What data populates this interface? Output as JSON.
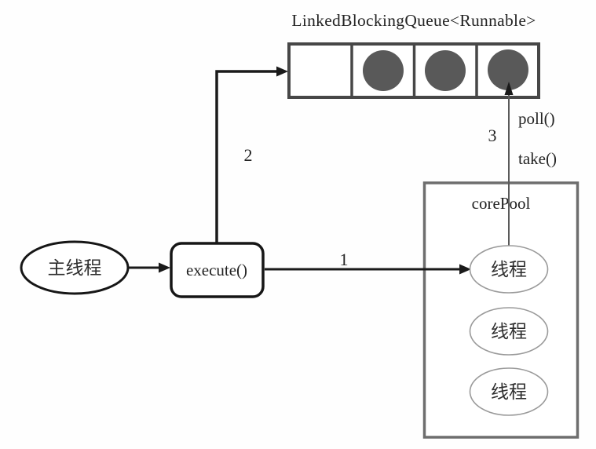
{
  "title": "LinkedBlockingQueue<Runnable>",
  "queue": {
    "cells": [
      {
        "state": "empty",
        "circle_opacity": "0"
      },
      {
        "state": "task",
        "circle_opacity": "1"
      },
      {
        "state": "task",
        "circle_opacity": "1"
      },
      {
        "state": "task",
        "circle_opacity": "1"
      }
    ]
  },
  "nodes": {
    "main_thread": "主线程",
    "execute": "execute()",
    "core_pool": "corePool",
    "threads": [
      "线程",
      "线程",
      "线程"
    ]
  },
  "labels": {
    "step1": "1",
    "step2": "2",
    "step3": "3",
    "poll": "poll()",
    "take": "take()"
  },
  "colors": {
    "line": "#1a1a1a",
    "task_fill": "#595959",
    "queue_border": "#474747",
    "pool_border": "#6e6e6e",
    "thread_border": "#9a9a9a",
    "dequeue_line": "#5a5a5a",
    "text": "#242424"
  }
}
